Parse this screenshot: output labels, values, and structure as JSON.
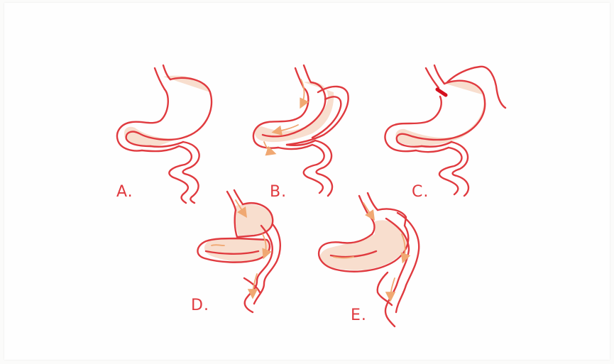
{
  "labels": {
    "a": "A.",
    "b": "B.",
    "c": "C.",
    "d": "D.",
    "e": "E."
  },
  "colors": {
    "outline": "#e03a3f",
    "fill": "#f7d8c6",
    "arrow": "#f0a872",
    "banding": "#d4101e"
  }
}
